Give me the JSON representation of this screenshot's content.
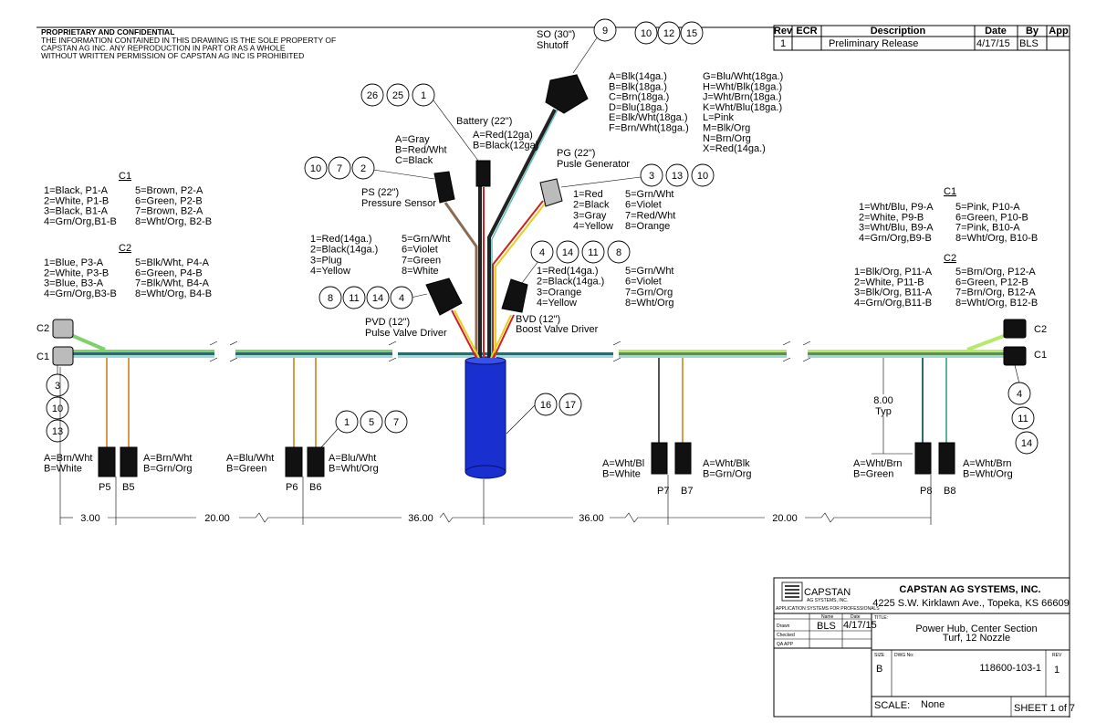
{
  "notice": {
    "heading": "PROPRIETARY AND CONFIDENTIAL",
    "lines": [
      "THE INFORMATION CONTAINED IN THIS DRAWING IS THE SOLE PROPERTY OF",
      "CAPSTAN AG INC. ANY REPRODUCTION IN PART OR AS A WHOLE",
      "WITHOUT WRITTEN PERMISSION OF CAPSTAN AG INC IS PROHIBITED"
    ]
  },
  "rev_table": {
    "headers": [
      "Rev",
      "ECR",
      "Description",
      "Date",
      "By",
      "App"
    ],
    "row": [
      "1",
      "",
      "Preliminary Release",
      "4/17/15",
      "BLS",
      ""
    ]
  },
  "shutoff": {
    "label": "SO (30\")",
    "name": "Shutoff",
    "balloons": [
      "9"
    ],
    "pin_balloons": [
      "10",
      "12",
      "15"
    ],
    "pins_left": [
      "A=Blk(14ga.)",
      "B=Blk(18ga.)",
      "C=Brn(18ga.)",
      "D=Blu(18ga.)",
      "E=Blk/Wht(18ga.)",
      "F=Brn/Wht(18ga.)"
    ],
    "pins_right": [
      "G=Blu/Wht(18ga.)",
      "H=Wht/Blk(18ga.)",
      "J=Wht/Brn(18ga.)",
      "K=Wht/Blu(18ga.)",
      "L=Pink",
      "M=Blk/Org",
      "N=Brn/Org",
      "X=Red(14ga.)"
    ]
  },
  "battery": {
    "label": "Battery (22\")",
    "balloons": [
      "26",
      "25",
      "1"
    ],
    "pins": [
      "A=Red(12ga)",
      "B=Black(12ga)"
    ]
  },
  "pressure_sensor": {
    "label": "PS (22\")",
    "name": "Pressure Sensor",
    "balloons": [
      "10",
      "7",
      "2"
    ],
    "pins": [
      "A=Gray",
      "B=Red/Wht",
      "C=Black"
    ]
  },
  "pulse_generator": {
    "label": "PG (22\")",
    "name": "Pusle Generator",
    "balloons": [
      "3",
      "13",
      "10"
    ],
    "pins_left": [
      "1=Red",
      "2=Black",
      "3=Gray",
      "4=Yellow"
    ],
    "pins_right": [
      "5=Grn/Wht",
      "6=Violet",
      "7=Red/Wht",
      "8=Orange"
    ]
  },
  "pulse_valve_driver": {
    "label": "PVD (12\")",
    "name": "Pulse Valve Driver",
    "balloons": [
      "8",
      "11",
      "14",
      "4"
    ],
    "pins_left": [
      "1=Red(14ga.)",
      "2=Black(14ga.)",
      "3=Plug",
      "4=Yellow"
    ],
    "pins_right": [
      "5=Grn/Wht",
      "6=Violet",
      "7=Green",
      "8=White"
    ]
  },
  "boost_valve_driver": {
    "label": "BVD (12\")",
    "name": "Boost Valve Driver",
    "balloons": [
      "4",
      "14",
      "11",
      "8"
    ],
    "pins_left": [
      "1=Red(14ga.)",
      "2=Black(14ga.)",
      "3=Orange",
      "4=Yellow"
    ],
    "pins_right": [
      "5=Grn/Wht",
      "6=Violet",
      "7=Grn/Org",
      "8=Wht/Org"
    ]
  },
  "hub": {
    "balloons": [
      "16",
      "17"
    ],
    "color": "#1a2fd0"
  },
  "left_harness": {
    "c1_title": "C1",
    "c1_left": [
      "1=Black, P1-A",
      "2=White, P1-B",
      "3=Black, B1-A",
      "4=Grn/Org,B1-B"
    ],
    "c1_right": [
      "5=Brown, P2-A",
      "6=Green, P2-B",
      "7=Brown, B2-A",
      "8=Wht/Org, B2-B"
    ],
    "c2_title": "C2",
    "c2_left": [
      "1=Blue, P3-A",
      "2=White, P3-B",
      "3=Blue, B3-A",
      "4=Grn/Org,B3-B"
    ],
    "c2_right": [
      "5=Blk/Wht, P4-A",
      "6=Green, P4-B",
      "7=Blk/Wht, B4-A",
      "8=Wht/Org, B4-B"
    ],
    "c2_label": "C2",
    "c1_label": "C1",
    "balloons": [
      "3",
      "10",
      "13"
    ]
  },
  "right_harness": {
    "c1_title": "C1",
    "c1_left": [
      "1=Wht/Blu, P9-A",
      "2=White, P9-B",
      "3=Wht/Blu, B9-A",
      "4=Grn/Org,B9-B"
    ],
    "c1_right": [
      "5=Pink, P10-A",
      "6=Green, P10-B",
      "7=Pink, B10-A",
      "8=Wht/Org, B10-B"
    ],
    "c2_title": "C2",
    "c2_left": [
      "1=Blk/Org, P11-A",
      "2=White, P11-B",
      "3=Blk/Org, B11-A",
      "4=Grn/Org,B11-B"
    ],
    "c2_right": [
      "5=Brn/Org, P12-A",
      "6=Green, P12-B",
      "7=Brn/Org, B12-A",
      "8=Wht/Org, B12-B"
    ],
    "c2_label": "C2",
    "c1_label": "C1",
    "balloons": [
      "4",
      "11",
      "14"
    ]
  },
  "drops": {
    "p5": {
      "label": "P5",
      "pins": [
        "A=Brn/Wht",
        "B=White"
      ]
    },
    "b5": {
      "label": "B5",
      "pins": [
        "A=Brn/Wht",
        "B=Grn/Org"
      ]
    },
    "p6": {
      "label": "P6",
      "pins": [
        "A=Blu/Wht",
        "B=Green"
      ]
    },
    "b6": {
      "label": "B6",
      "pins": [
        "A=Blu/Wht",
        "B=Wht/Org"
      ]
    },
    "p6_b6_balloons": [
      "1",
      "5",
      "7"
    ],
    "p7": {
      "label": "P7",
      "pins": [
        "A=Wht/Bl",
        "B=White"
      ]
    },
    "b7": {
      "label": "B7",
      "pins": [
        "A=Wht/Blk",
        "B=Grn/Org"
      ]
    },
    "p8": {
      "label": "P8",
      "pins": [
        "A=Wht/Brn",
        "B=Green"
      ]
    },
    "b8": {
      "label": "B8",
      "pins": [
        "A=Wht/Brn",
        "B=Wht/Org"
      ]
    }
  },
  "dimensions": {
    "values": [
      "3.00",
      "20.00",
      "36.00",
      "36.00",
      "20.00"
    ],
    "typ_value": "8.00",
    "typ_label": "Typ"
  },
  "title_block": {
    "logo_name": "CAPSTAN",
    "logo_sub": "AG SYSTEMS, INC.",
    "logo_tagline": "APPLICATION SYSTEMS FOR PROFESSIONALS",
    "company": "CAPSTAN AG SYSTEMS, INC.",
    "address": "4225 S.W. Kirklawn Ave., Topeka, KS 66609",
    "name_header": "Name",
    "date_header": "Date",
    "drawn_label": "Drawn",
    "checked_label": "Checked",
    "qa_label": "QA APP",
    "drawn_name": "BLS",
    "drawn_date": "4/17/15",
    "title_label": "TITLE:",
    "title_lines": [
      "Power Hub, Center Section",
      "Turf, 12 Nozzle"
    ],
    "size_label": "SIZE",
    "size": "B",
    "dwg_label": "DWG No:",
    "dwg_no": "118600-103-1",
    "rev_label": "REV",
    "rev": "1",
    "scale_label": "SCALE:",
    "scale": "None",
    "sheet": "SHEET 1 of 7"
  }
}
